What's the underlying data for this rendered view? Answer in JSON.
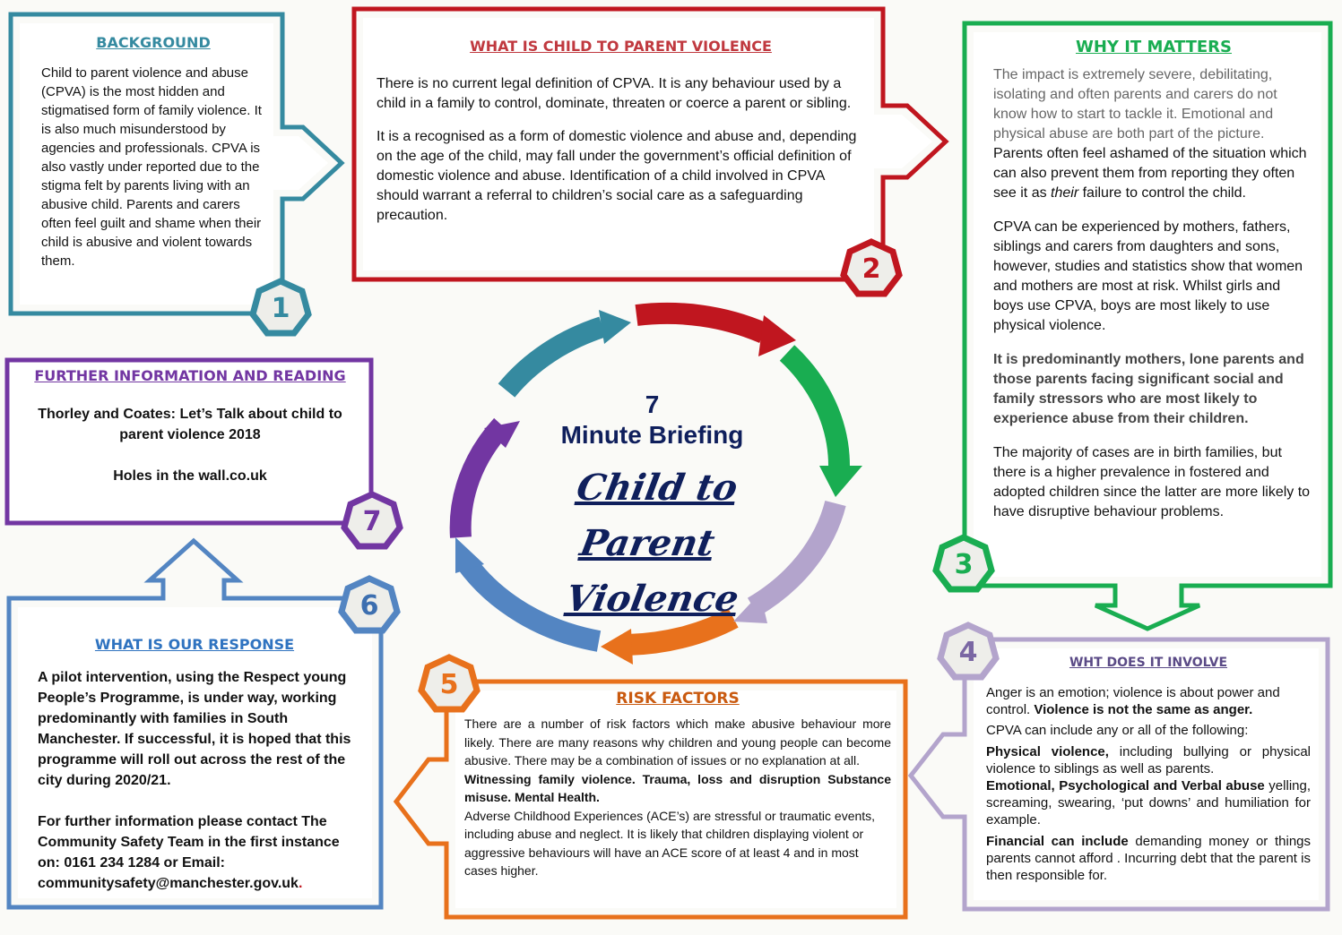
{
  "center": {
    "number": "7",
    "line1": "Minute Briefing",
    "script1": "Child to Parent",
    "script2": "Violence"
  },
  "sections": {
    "background": {
      "num": "1",
      "title": "BACKGROUND",
      "body": "Child to parent violence and abuse (CPVA) is the most hidden and stigmatised form of family violence. It is also much misunderstood by agencies and professionals. CPVA is also vastly under reported due to the stigma felt by parents living with an abusive child. Parents and carers often feel guilt and shame when their child is abusive and violent towards them."
    },
    "what_is": {
      "num": "2",
      "title": "WHAT IS CHILD TO PARENT VIOLENCE",
      "p1": "There is no current legal definition of CPVA. It is any behaviour used by a child  in a family to control, dominate, threaten or coerce a parent or sibling.",
      "p2": " It is a recognised as a form of domestic violence and abuse and, depending on the age of the child, may fall under the government’s official definition of domestic violence and abuse. Identification of a child involved in CPVA should warrant a referral to children’s social care as a safeguarding precaution."
    },
    "why": {
      "num": "3",
      "title": "WHY IT MATTERS",
      "p1a": "The impact is extremely severe, debilitating, isolating and often parents and carers do not know how to start to tackle it. Emotional and physical abuse are both part of the picture.",
      "p1b1": "Parents often feel ashamed of the situation which can also prevent them from reporting they often see it as ",
      "p1b_em": "their",
      "p1b2": " failure to control the child.",
      "p2": "CPVA can be experienced by mothers, fathers, siblings and carers from daughters and sons, however, studies and statistics show that women and mothers are most at risk. Whilst girls and boys use CPVA, boys are most likely to use physical violence.",
      "p3": "It is predominantly mothers, lone parents and those parents facing significant social and family stressors who are most likely to experience abuse from their children.",
      "p4": "The majority of cases are in birth families, but there is a higher prevalence in fostered and adopted children since the latter are more likely to have disruptive behaviour problems."
    },
    "involve": {
      "num": "4",
      "title": "WHT DOES IT INVOLVE",
      "p1a": "Anger is an emotion; violence is about power and control. ",
      "p1b": "Violence is not the same as anger.",
      "p2": "CPVA can include any or all of the following:",
      "p3b": "Physical violence,",
      "p3": " including bullying or physical violence to siblings as well as parents.",
      "p4b": "Emotional, Psychological and Verbal abuse",
      "p4": " yelling, screaming, swearing, ‘put downs’ and humiliation for example.",
      "p5b": "Financial can include",
      "p5": " demanding money or things parents cannot afford . Incurring debt that the parent is then responsible for."
    },
    "risk": {
      "num": "5",
      "title": "RISK FACTORS",
      "p1": "There are a number of risk factors which make abusive behaviour more likely. There are many reasons why children and young people can become abusive. There may be a combination of issues or no explanation at all.",
      "p2": "Witnessing family violence. Trauma, loss and disruption Substance misuse. Mental Health.",
      "p3": "Adverse Childhood Experiences (ACE’s) are stressful or traumatic events, including abuse and neglect. It is likely that children displaying violent or aggressive behaviours will have an ACE score of at least 4 and in most cases higher."
    },
    "response": {
      "num": "6",
      "title": "WHAT IS OUR RESPONSE",
      "p1": "A pilot intervention, using the Respect young People’s Programme, is under way, working predominantly with families in South Manchester. If successful, it is hoped that this programme will roll out across the rest of the city during 2020/21.",
      "p2": "For further information please contact The Community Safety Team in the first instance on: 0161 234 1284 or Email: communitysafety@manchester.gov.uk",
      "p2_end": "."
    },
    "further": {
      "num": "7",
      "title": "FURTHER INFORMATION AND READING",
      "p1": "Thorley and Coates: Let’s Talk about child to parent violence 2018",
      "p2": "Holes in the wall.co.uk"
    }
  },
  "colors": {
    "c1": "#358aa0",
    "c2": "#c0161f",
    "c3": "#19ad51",
    "c4": "#b3a4cc",
    "c5": "#e8711c",
    "c6": "#5385c2",
    "c7": "#7236a2",
    "navy": "#0f1f5c"
  }
}
